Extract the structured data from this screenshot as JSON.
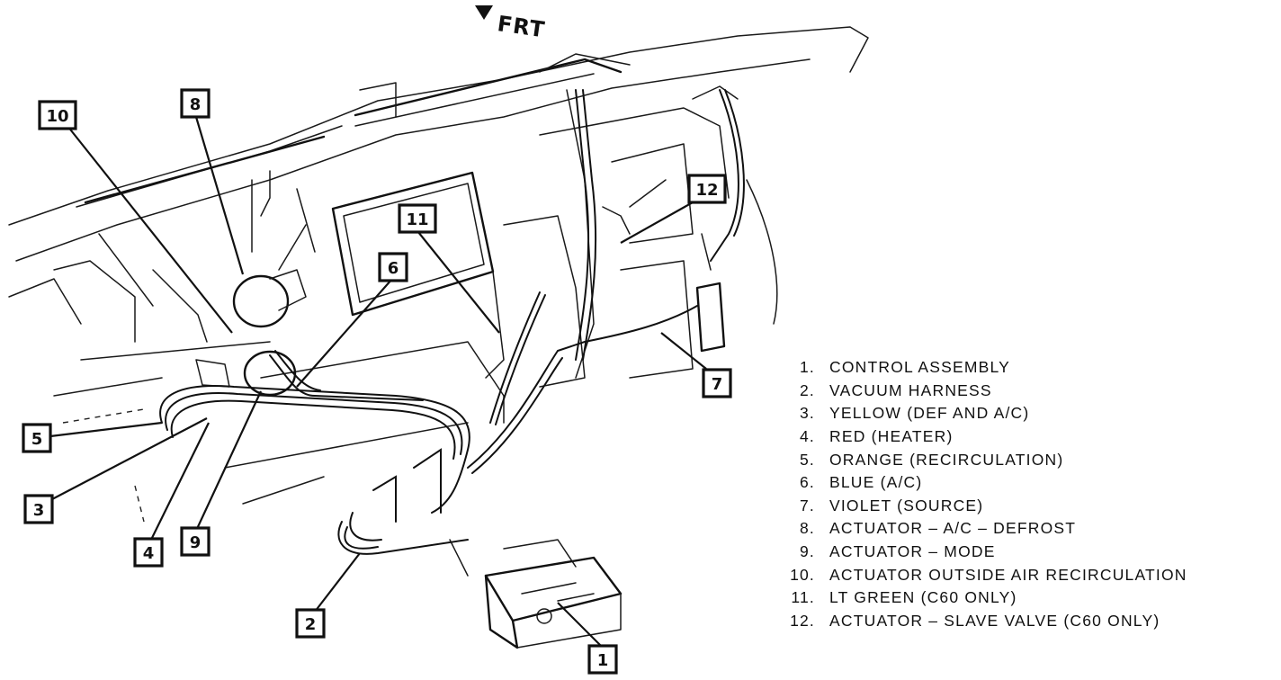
{
  "direction_label": "FRT",
  "callouts": [
    {
      "id": 1,
      "label": "1"
    },
    {
      "id": 2,
      "label": "2"
    },
    {
      "id": 3,
      "label": "3"
    },
    {
      "id": 4,
      "label": "4"
    },
    {
      "id": 5,
      "label": "5"
    },
    {
      "id": 6,
      "label": "6"
    },
    {
      "id": 7,
      "label": "7"
    },
    {
      "id": 8,
      "label": "8"
    },
    {
      "id": 9,
      "label": "9"
    },
    {
      "id": 10,
      "label": "10"
    },
    {
      "id": 11,
      "label": "11"
    },
    {
      "id": 12,
      "label": "12"
    }
  ],
  "legend": [
    {
      "num": "1.",
      "text": "CONTROL ASSEMBLY"
    },
    {
      "num": "2.",
      "text": "VACUUM HARNESS"
    },
    {
      "num": "3.",
      "text": "YELLOW (DEF AND A/C)"
    },
    {
      "num": "4.",
      "text": "RED (HEATER)"
    },
    {
      "num": "5.",
      "text": "ORANGE (RECIRCULATION)"
    },
    {
      "num": "6.",
      "text": "BLUE (A/C)"
    },
    {
      "num": "7.",
      "text": "VIOLET (SOURCE)"
    },
    {
      "num": "8.",
      "text": "ACTUATOR – A/C – DEFROST"
    },
    {
      "num": "9.",
      "text": "ACTUATOR – MODE"
    },
    {
      "num": "10.",
      "text": "ACTUATOR OUTSIDE AIR RECIRCULATION"
    },
    {
      "num": "11.",
      "text": "LT GREEN (C60 ONLY)"
    },
    {
      "num": "12.",
      "text": "ACTUATOR – SLAVE VALVE (C60 ONLY)"
    }
  ]
}
